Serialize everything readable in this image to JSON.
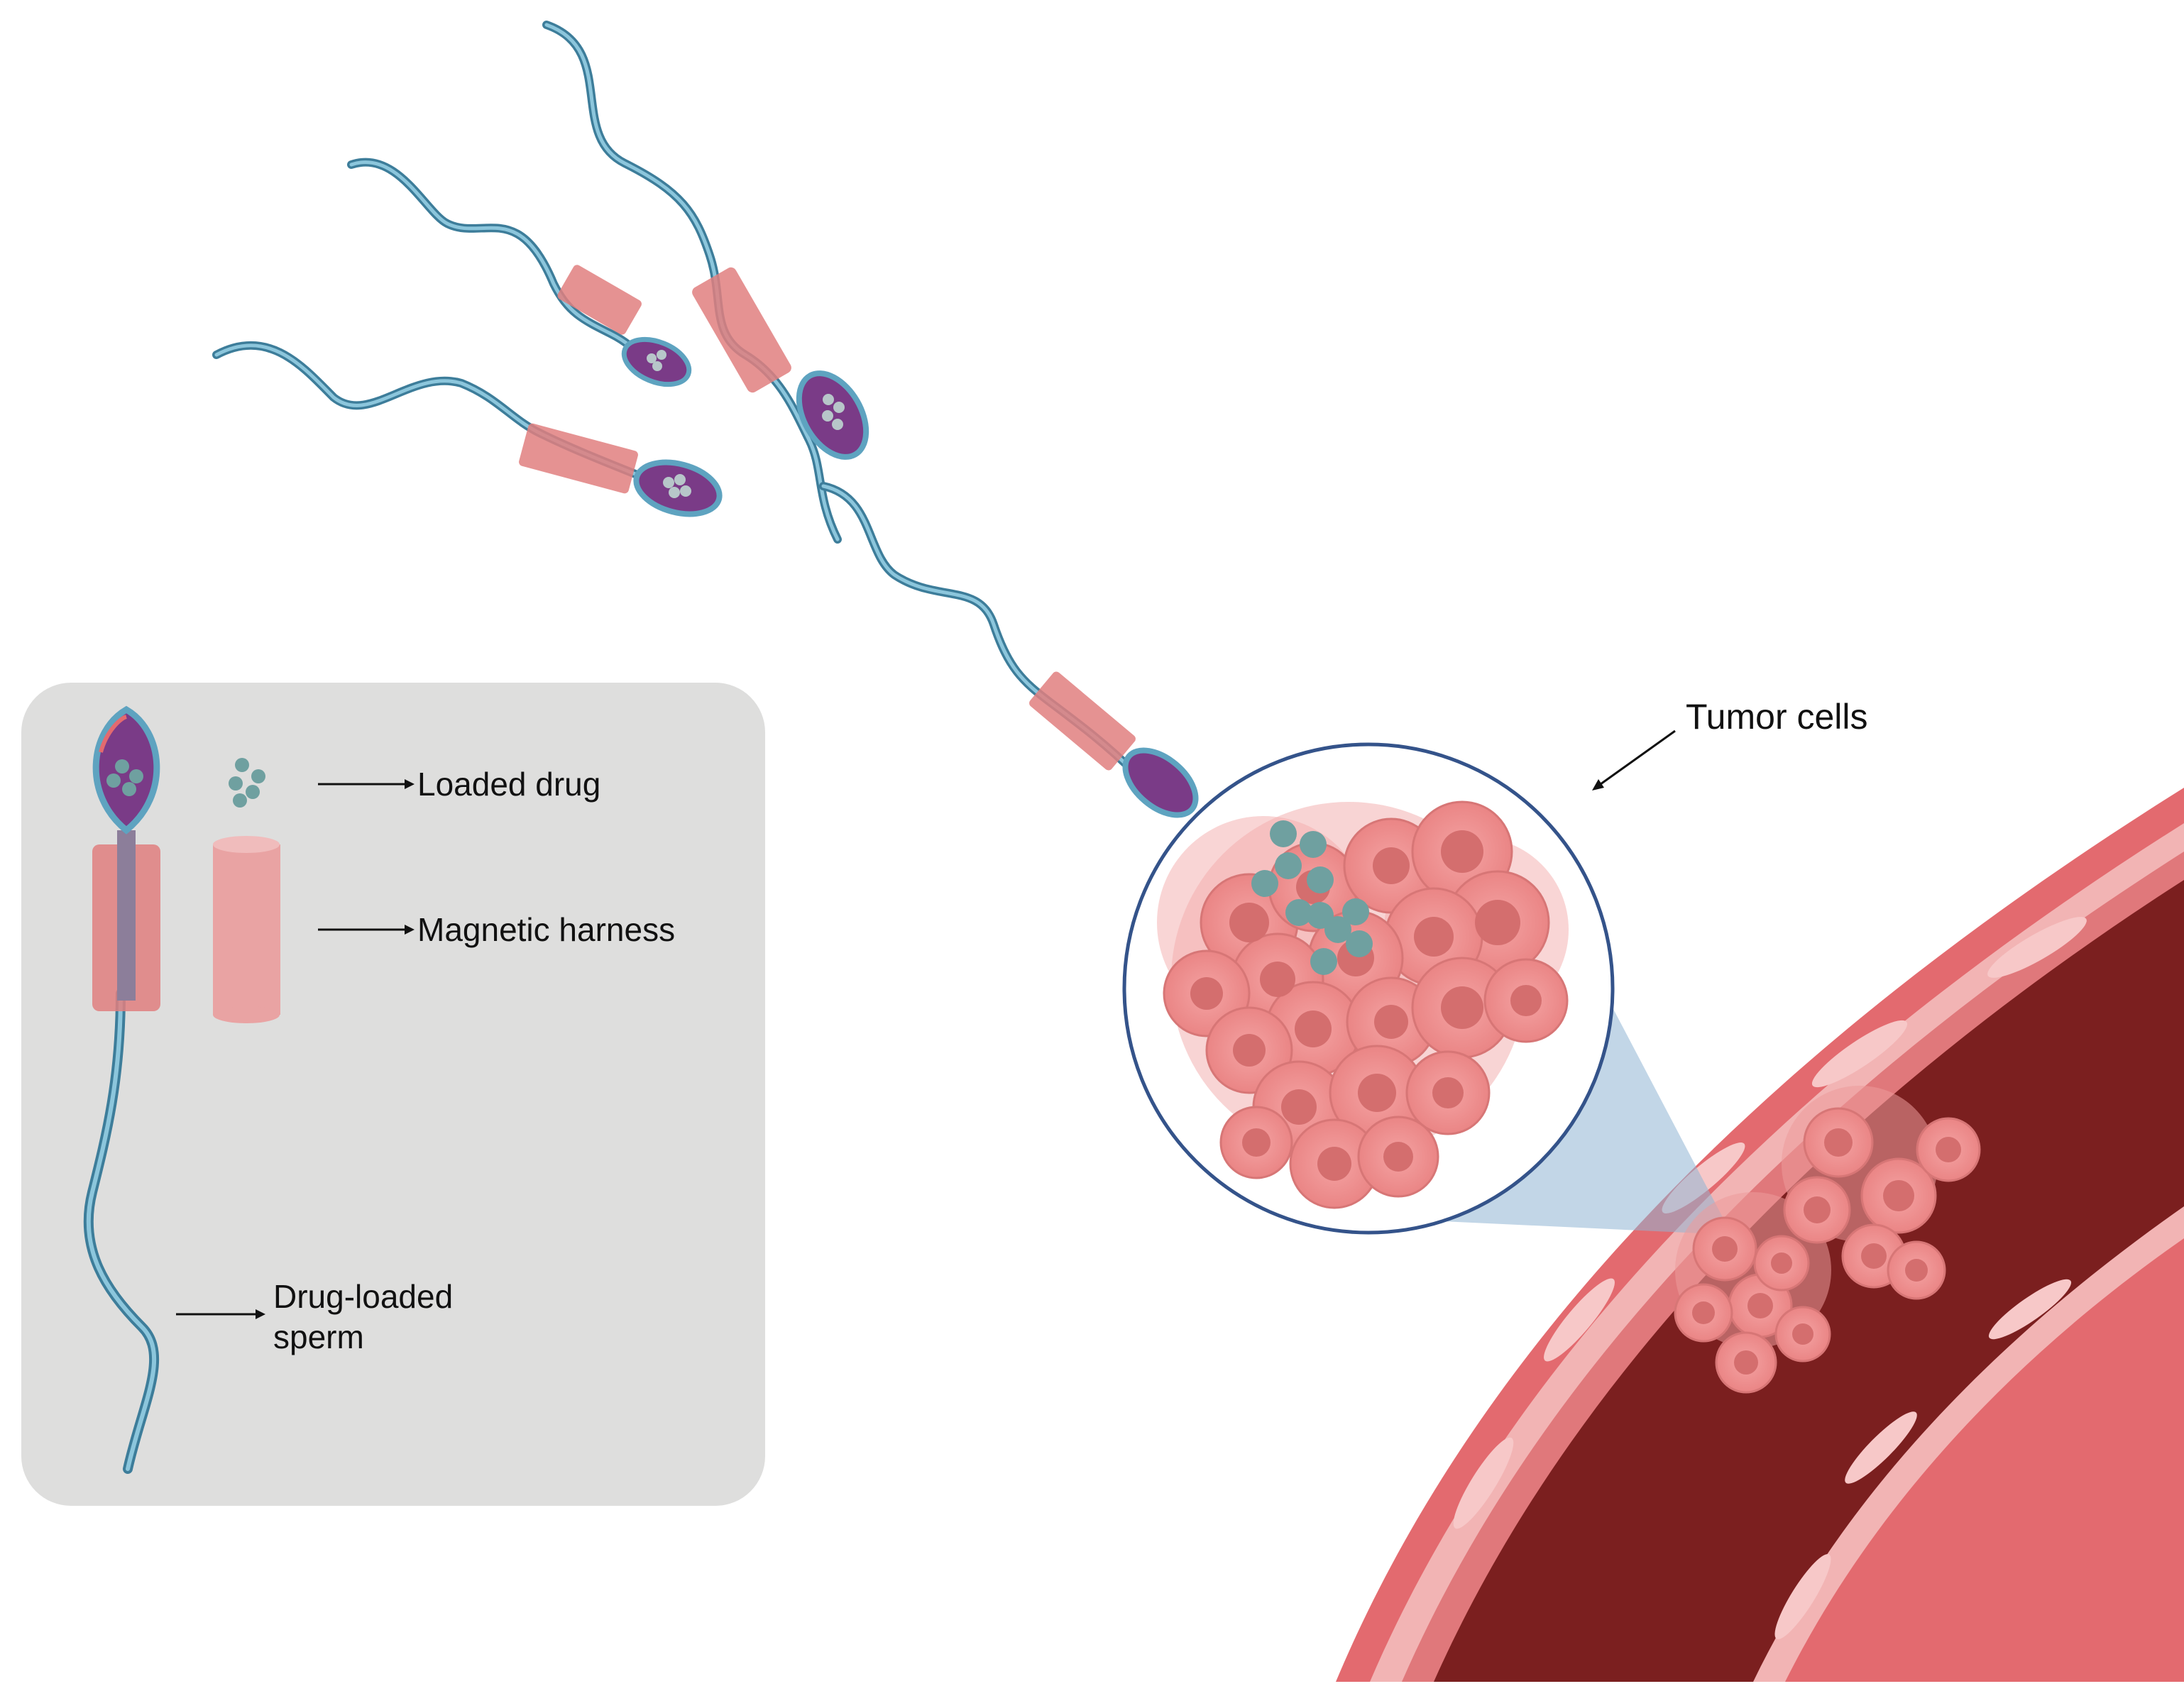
{
  "labels": {
    "tumor_cells": "Tumor cells",
    "loaded_drug": "Loaded drug",
    "magnetic_harness": "Magnetic harness",
    "drug_loaded_sperm_line1": "Drug-loaded",
    "drug_loaded_sperm_line2": "sperm"
  },
  "colors": {
    "sperm_head": "#7a3b87",
    "sperm_tail": "#5ea3c0",
    "harness": "#e07f7f",
    "drug": "#6fa0a0",
    "tumor": "#ee8d8d",
    "vessel_wall": "#e0646a",
    "vessel_lumen": "#7b1f1f",
    "legend_bg": "#dededd",
    "zoom_ring": "#34538a"
  },
  "icons": [
    "sperm-icon",
    "drug-particles-icon",
    "harness-cylinder-icon",
    "tumor-cluster-icon",
    "blood-vessel-icon",
    "magnifier-circle-icon"
  ]
}
